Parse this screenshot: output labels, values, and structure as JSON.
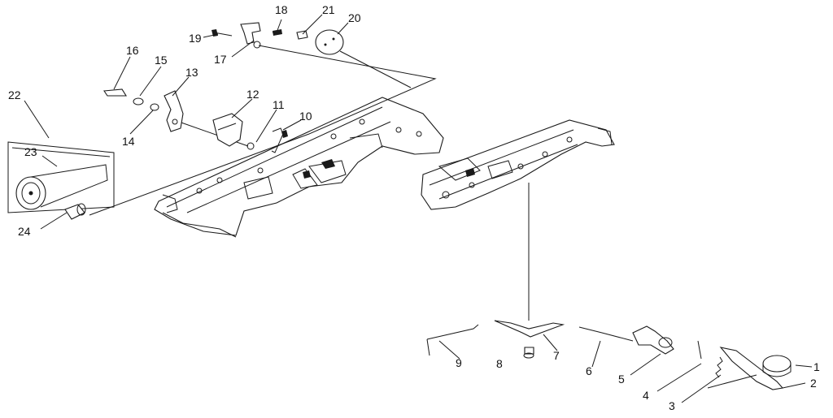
{
  "diagram": {
    "callouts": [
      {
        "id": "1",
        "text": "1"
      },
      {
        "id": "2",
        "text": "2"
      },
      {
        "id": "3",
        "text": "3"
      },
      {
        "id": "4",
        "text": "4"
      },
      {
        "id": "5",
        "text": "5"
      },
      {
        "id": "6",
        "text": "6"
      },
      {
        "id": "7",
        "text": "7"
      },
      {
        "id": "8",
        "text": "8"
      },
      {
        "id": "9",
        "text": "9"
      },
      {
        "id": "10",
        "text": "10"
      },
      {
        "id": "11",
        "text": "11"
      },
      {
        "id": "12",
        "text": "12"
      },
      {
        "id": "13",
        "text": "13"
      },
      {
        "id": "14",
        "text": "14"
      },
      {
        "id": "15",
        "text": "15"
      },
      {
        "id": "16",
        "text": "16"
      },
      {
        "id": "17",
        "text": "17"
      },
      {
        "id": "18",
        "text": "18"
      },
      {
        "id": "19",
        "text": "19"
      },
      {
        "id": "20",
        "text": "20"
      },
      {
        "id": "21",
        "text": "21"
      },
      {
        "id": "22",
        "text": "22"
      },
      {
        "id": "23",
        "text": "23"
      },
      {
        "id": "24",
        "text": "24"
      }
    ],
    "colors": {
      "ink": "#1a1a1a",
      "paper": "#ffffff"
    }
  }
}
